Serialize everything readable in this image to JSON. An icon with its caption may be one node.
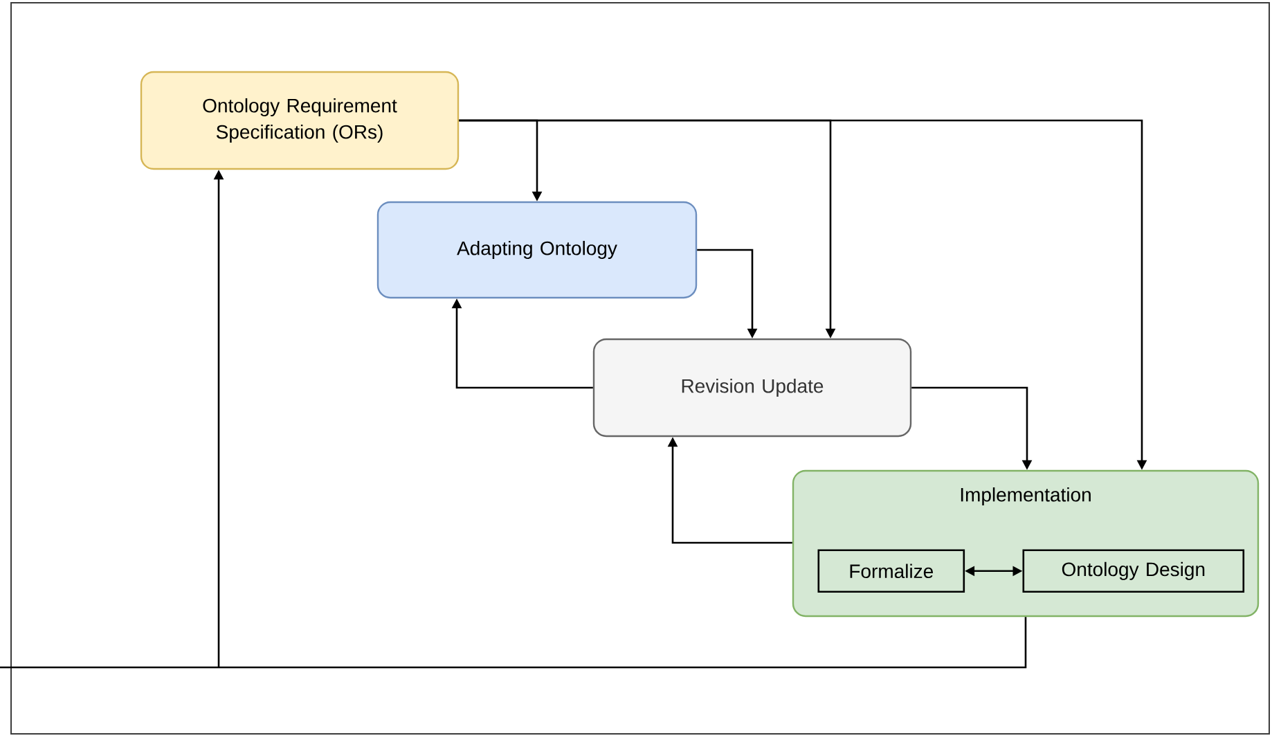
{
  "diagram": {
    "nodes": [
      {
        "text": [
          "Ontology Requirement Specification (ORs)"
        ]
      },
      {
        "text": [
          "Adapting Ontology"
        ]
      },
      {
        "text": [
          "Revision Update"
        ]
      },
      {
        "text": [
          "Implementation"
        ]
      },
      {
        "text": [
          "Formalize"
        ],
        "in": 3
      },
      {
        "text": [
          "Ontology Design"
        ],
        "in": 3
      }
    ],
    "edges": [
      {
        "from": 0,
        "to": 1,
        "arrow": "to"
      },
      {
        "from": 0,
        "to": 2,
        "arrow": "to"
      },
      {
        "from": 0,
        "to": 3,
        "arrow": "to"
      },
      {
        "from": 1,
        "to": 2,
        "arrow": "to"
      },
      {
        "from": 2,
        "to": 1,
        "arrow": "to"
      },
      {
        "from": 2,
        "to": 3,
        "arrow": "to"
      },
      {
        "from": 3,
        "to": 2,
        "arrow": "to"
      },
      {
        "from": 3,
        "to": 0,
        "arrow": "to"
      },
      {
        "from": 4,
        "to": 5,
        "arrow": "both"
      }
    ]
  }
}
